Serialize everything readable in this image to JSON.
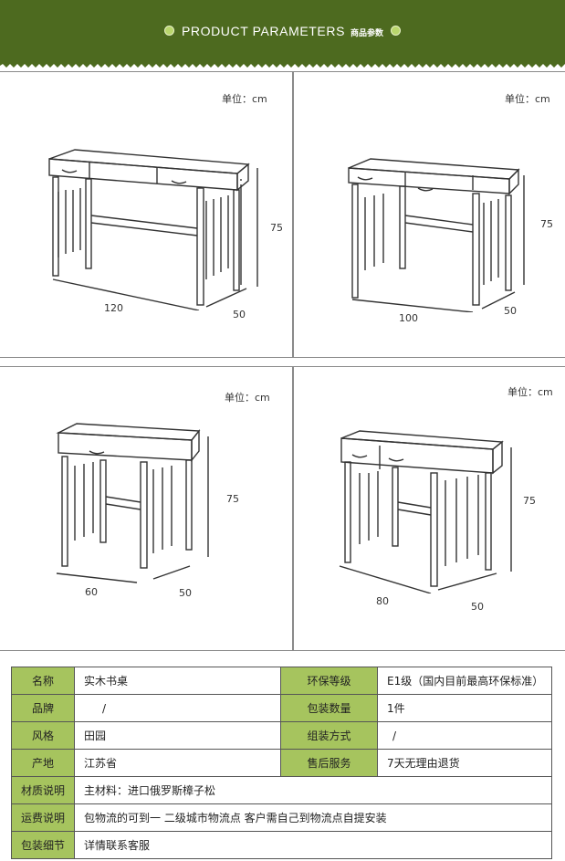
{
  "header": {
    "title_en": "PRODUCT  PARAMETERS",
    "title_cn": "商品参数"
  },
  "colors": {
    "banner": "#4d6a1f",
    "table_key": "#a6c45e",
    "dot": "#b9d66c"
  },
  "panels": [
    {
      "unit": "单位：cm",
      "length": "120",
      "depth": "50",
      "height": "75"
    },
    {
      "unit": "单位：cm",
      "length": "100",
      "depth": "50",
      "height": "75"
    },
    {
      "unit": "单位：cm",
      "length": "60",
      "depth": "50",
      "height": "75"
    },
    {
      "unit": "单位：cm",
      "length": "80",
      "depth": "50",
      "height": "75"
    }
  ],
  "params": {
    "row1": {
      "k1": "名称",
      "v1": "实木书桌",
      "k2": "环保等级",
      "v2": "E1级（国内目前最高环保标准）"
    },
    "row2": {
      "k1": "品牌",
      "v1": "/",
      "k2": "包装数量",
      "v2": "1件"
    },
    "row3": {
      "k1": "风格",
      "v1": "田园",
      "k2": "组装方式",
      "v2": "/"
    },
    "row4": {
      "k1": "产地",
      "v1": "江苏省",
      "k2": "售后服务",
      "v2": "7天无理由退货"
    },
    "row5": {
      "k": "材质说明",
      "v": "主材料：进口俄罗斯樟子松"
    },
    "row6": {
      "k": "运费说明",
      "v": "包物流的可到一 二级城市物流点 客户需自己到物流点自提安装"
    },
    "row7": {
      "k": "包装细节",
      "v": "详情联系客服"
    }
  }
}
